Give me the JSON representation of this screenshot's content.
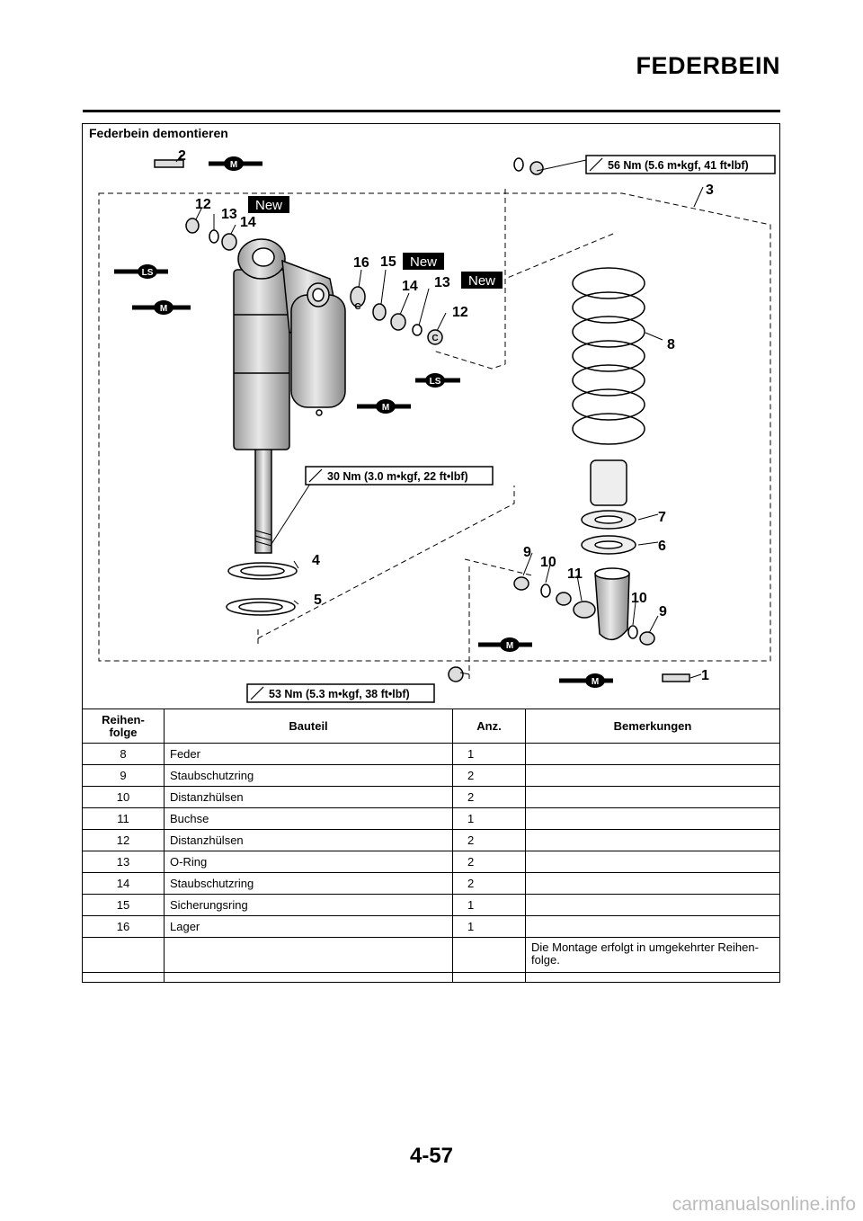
{
  "header": {
    "title": "FEDERBEIN"
  },
  "section": {
    "title": "Federbein demontieren"
  },
  "diagram": {
    "torque_top": "56 Nm (5.6 m•kgf, 41 ft•lbf)",
    "torque_middle": "30 Nm (3.0 m•kgf, 22 ft•lbf)",
    "torque_bottom": "53 Nm (5.3 m•kgf, 38 ft•lbf)",
    "new_label": "New",
    "symbol_m": "M",
    "symbol_ls": "LS",
    "symbol_c": "C",
    "callouts": {
      "n1": "1",
      "n2": "2",
      "n3": "3",
      "n4": "4",
      "n5": "5",
      "n6": "6",
      "n7": "7",
      "n8": "8",
      "n9a": "9",
      "n9b": "9",
      "n10a": "10",
      "n10b": "10",
      "n11": "11",
      "n12a": "12",
      "n12b": "12",
      "n13a": "13",
      "n13b": "13",
      "n14a": "14",
      "n14b": "14",
      "n15": "15",
      "n16": "16"
    }
  },
  "table": {
    "headers": {
      "order": "Reihen-\nfolge",
      "part": "Bauteil",
      "qty": "Anz.",
      "remarks": "Bemerkungen"
    },
    "rows": [
      {
        "order": "8",
        "part": "Feder",
        "qty": "1",
        "remarks": ""
      },
      {
        "order": "9",
        "part": "Staubschutzring",
        "qty": "2",
        "remarks": ""
      },
      {
        "order": "10",
        "part": "Distanzhülsen",
        "qty": "2",
        "remarks": ""
      },
      {
        "order": "11",
        "part": "Buchse",
        "qty": "1",
        "remarks": ""
      },
      {
        "order": "12",
        "part": "Distanzhülsen",
        "qty": "2",
        "remarks": ""
      },
      {
        "order": "13",
        "part": "O-Ring",
        "qty": "2",
        "remarks": ""
      },
      {
        "order": "14",
        "part": "Staubschutzring",
        "qty": "2",
        "remarks": ""
      },
      {
        "order": "15",
        "part": "Sicherungsring",
        "qty": "1",
        "remarks": ""
      },
      {
        "order": "16",
        "part": "Lager",
        "qty": "1",
        "remarks": ""
      }
    ],
    "note": "Die Montage erfolgt in umgekehrter Reihen-\nfolge."
  },
  "footer": {
    "page_number": "4-57",
    "watermark": "carmanualsonline.info"
  }
}
